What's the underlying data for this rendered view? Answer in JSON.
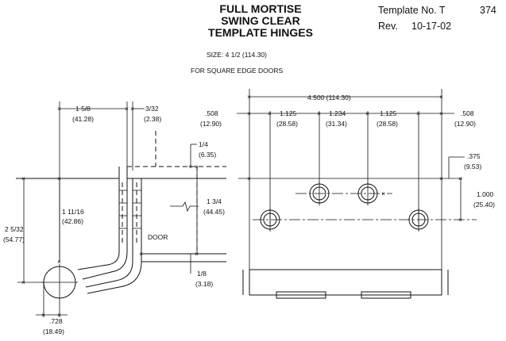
{
  "title": {
    "line1": "FULL MORTISE",
    "line2": "SWING CLEAR",
    "line3": "TEMPLATE HINGES"
  },
  "template": {
    "label": "Template No. T",
    "number": "374"
  },
  "revision": {
    "label": "Rev.",
    "date": "10-17-02"
  },
  "size": "SIZE:  4 1/2 (114.30)",
  "edge": "FOR SQUARE EDGE DOORS",
  "left_view": {
    "dim_1_5_8": "1 5/8",
    "dim_1_5_8_mm": "(41.28)",
    "dim_3_32": "3/32",
    "dim_3_32_mm": "(2.38)",
    "dim_1_4": "1/4",
    "dim_1_4_mm": "(6.35)",
    "dim_1_3_4": "1 3/4",
    "dim_1_3_4_mm": "(44.45)",
    "dim_1_11_16": "1 11/16",
    "dim_1_11_16_mm": "(42.86)",
    "dim_2_5_32": "2 5/32",
    "dim_2_5_32_mm": "(54.77)",
    "dim_1_8": "1/8",
    "dim_1_8_mm": "(3.18)",
    "dim_728": ".728",
    "dim_728_mm": "(18.49)",
    "door_label": "DOOR"
  },
  "right_view": {
    "overall": "4.500 (114.30)",
    "edge_l": ".508",
    "edge_l_mm": "(12.90)",
    "edge_r": ".508",
    "edge_r_mm": "(12.90)",
    "sp1": "1.125",
    "sp1_mm": "(28.58)",
    "sp2": "1.234",
    "sp2_mm": "(31.34)",
    "sp3": "1.125",
    "sp3_mm": "(28.58)",
    "top_off": ".375",
    "top_off_mm": "(9.53)",
    "row_off": "1.000",
    "row_off_mm": "(25.40)"
  }
}
